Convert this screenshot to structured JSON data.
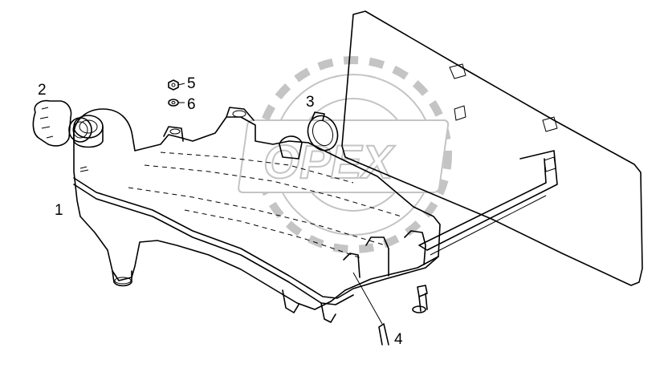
{
  "callouts": {
    "c1": "1",
    "c2": "2",
    "c3": "3",
    "c4": "4",
    "c5": "5",
    "c6": "6"
  },
  "watermark": {
    "text": "OPEX",
    "color": "#c4c4c4"
  },
  "icons": [
    "gear-icon"
  ]
}
